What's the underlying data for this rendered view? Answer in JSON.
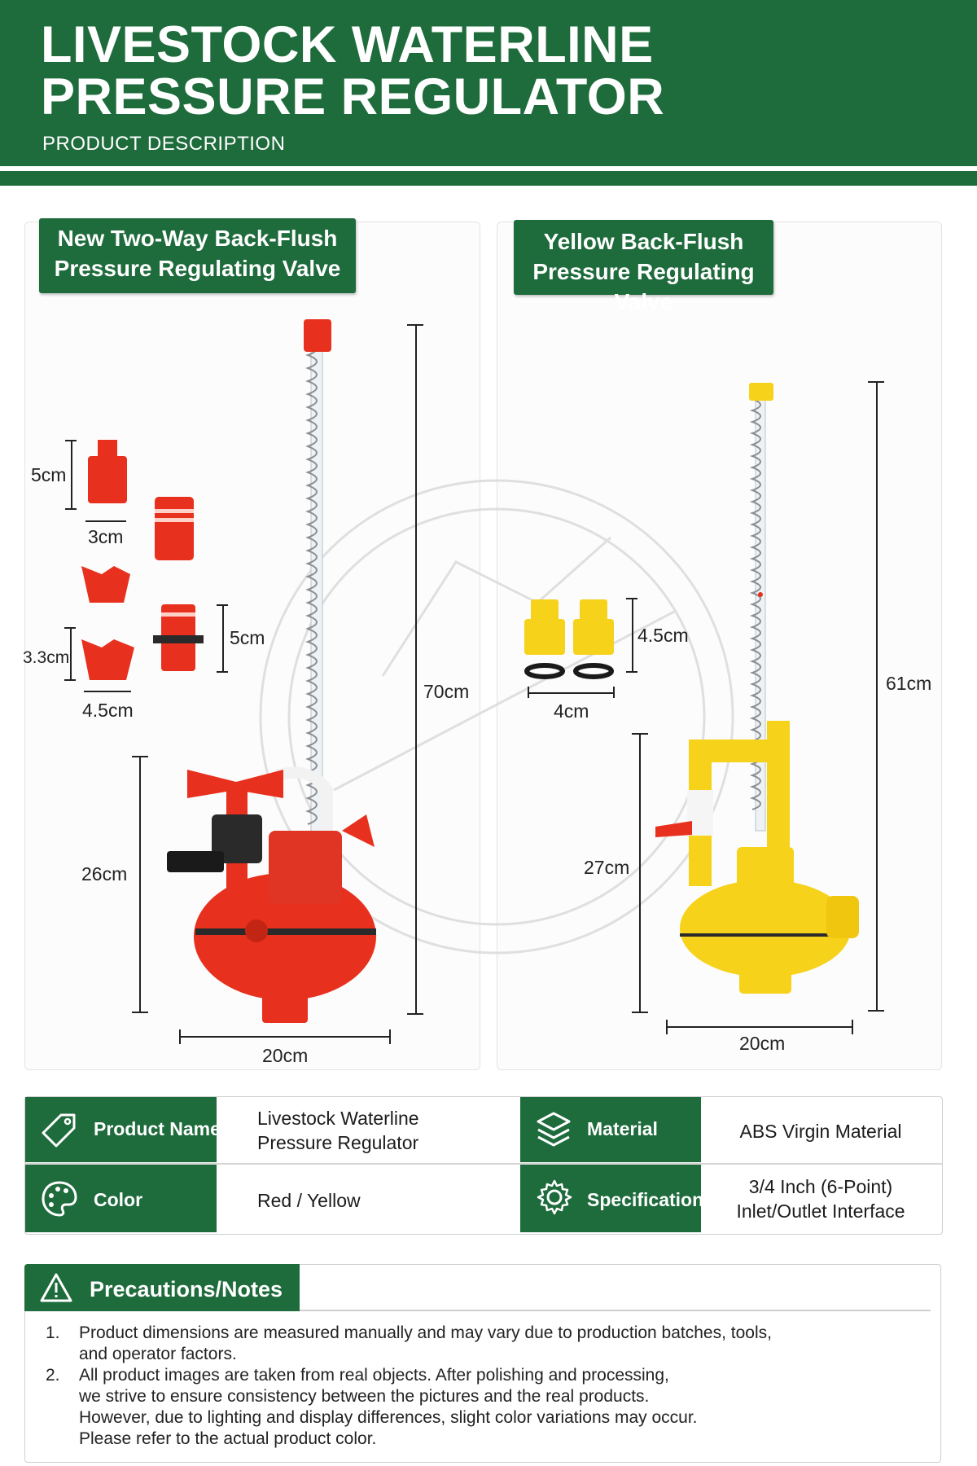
{
  "header": {
    "title_line1": "LIVESTOCK WATERLINE",
    "title_line2": "PRESSURE REGULATOR",
    "subtitle": "PRODUCT DESCRIPTION"
  },
  "products": {
    "left": {
      "label_line1": "New Two-Way Back-Flush",
      "label_line2": "Pressure Regulating Valve",
      "color": "#e8301e",
      "dims": {
        "fit_height": "5cm",
        "fit_width": "3cm",
        "cap_height": "3.3cm",
        "cap_width": "4.5cm",
        "connector_height": "5cm",
        "total_height": "70cm",
        "body_height": "26cm",
        "body_width": "20cm"
      }
    },
    "right": {
      "label_line1": "Yellow Back-Flush",
      "label_line2": "Pressure Regulating Valve",
      "color": "#f6d21a",
      "dims": {
        "fit_height": "4.5cm",
        "fit_width": "4cm",
        "total_height": "61cm",
        "body_height": "27cm",
        "body_width": "20cm"
      }
    }
  },
  "specs": {
    "product_name_label": "Product Name",
    "product_name_line1": "Livestock Waterline",
    "product_name_line2": "Pressure Regulator",
    "material_label": "Material",
    "material_value": "ABS Virgin Material",
    "color_label": "Color",
    "color_value": "Red / Yellow",
    "spec_label": "Specification",
    "spec_line1": "3/4 Inch (6-Point)",
    "spec_line2": "Inlet/Outlet Interface"
  },
  "notes": {
    "title": "Precautions/Notes",
    "items": [
      {
        "num": "1.",
        "lines": [
          "Product dimensions are measured manually and may vary due to production batches, tools,",
          "and operator factors."
        ]
      },
      {
        "num": "2.",
        "lines": [
          "All product images are taken from real objects. After polishing and processing,",
          "we strive to ensure consistency between the pictures and the real products.",
          "However, due to lighting and display differences, slight color variations may occur.",
          "Please refer to the actual product color."
        ]
      }
    ]
  },
  "brand_color": "#1e6b3c",
  "icons": [
    "tag-icon",
    "layers-icon",
    "palette-icon",
    "gear-icon",
    "warning-icon"
  ]
}
